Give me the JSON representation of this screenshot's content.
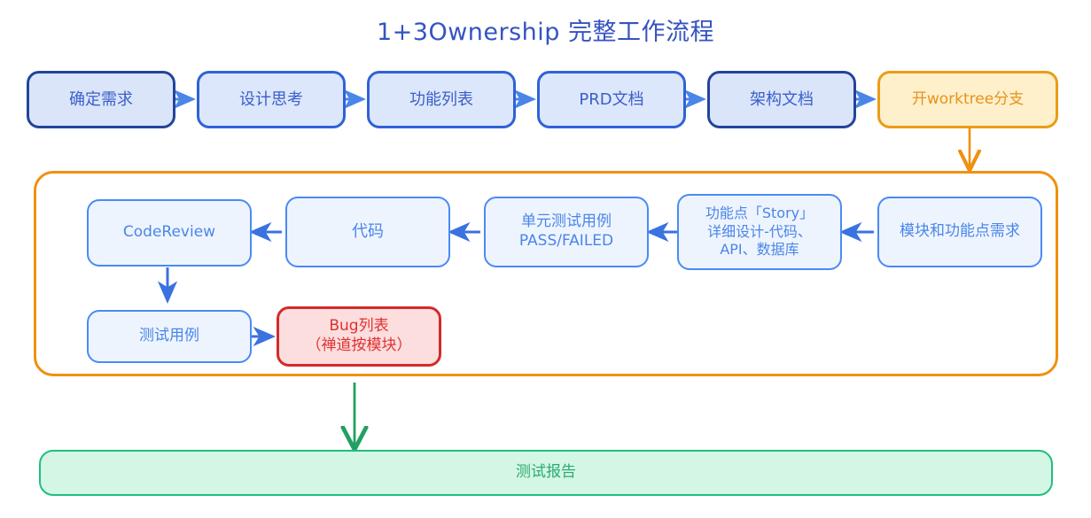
{
  "title": "1+3Ownership 完整工作流程",
  "colors": {
    "title": "#3553c2",
    "navy_border": "#23449b",
    "blue_border": "#2f62d6",
    "lightblue_border": "#4a8af4",
    "amber_border": "#eb9c16",
    "red_border": "#d42a2a",
    "green_border": "#1fbf7e",
    "blue_fill": "#dbe5fa",
    "lightblue_fill": "#eef4fe",
    "amber_fill": "#fdf0cb",
    "red_fill": "#fbdedd",
    "green_fill": "#d4f6e4"
  },
  "flow": {
    "row1": [
      {
        "id": "confirm-requirements",
        "label": "确定需求"
      },
      {
        "id": "design-thinking",
        "label": "设计思考"
      },
      {
        "id": "feature-list",
        "label": "功能列表"
      },
      {
        "id": "prd-doc",
        "label": "PRD文档"
      },
      {
        "id": "architecture-doc",
        "label": "架构文档"
      },
      {
        "id": "open-worktree-branch",
        "label": "开worktree分支"
      }
    ],
    "row2": [
      {
        "id": "code-review",
        "label": "CodeReview"
      },
      {
        "id": "code",
        "label": "代码"
      },
      {
        "id": "unit-test-cases",
        "label": "单元测试用例\nPASS/FAILED"
      },
      {
        "id": "story-detail-design",
        "label": "功能点「Story」\n详细设计-代码、\nAPI、数据库"
      },
      {
        "id": "module-feature-requirements",
        "label": "模块和功能点需求"
      }
    ],
    "row3": [
      {
        "id": "test-cases",
        "label": "测试用例"
      },
      {
        "id": "bug-list",
        "label": "Bug列表\n（禅道按模块）"
      }
    ],
    "footer": {
      "id": "test-report",
      "label": "测试报告"
    }
  }
}
